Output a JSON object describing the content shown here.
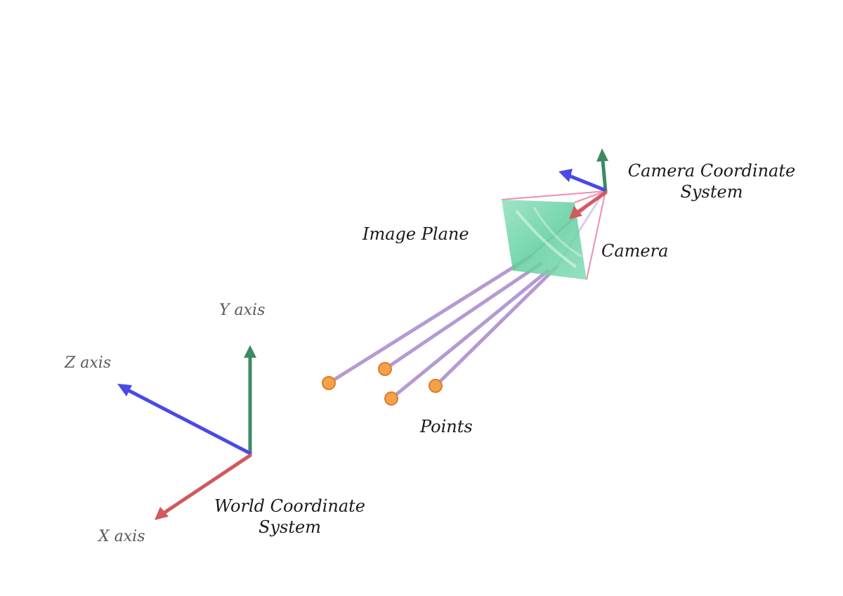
{
  "labels": {
    "y_axis": "Y axis",
    "z_axis": "Z axis",
    "x_axis": "X axis",
    "world_line1": "World Coordinate",
    "world_line2": "System",
    "camera_cs_line1": "Camera Coordinate",
    "camera_cs_line2": "System",
    "image_plane": "Image Plane",
    "camera": "Camera",
    "points": "Points"
  },
  "colors": {
    "y_axis": "#3d8a62",
    "z_axis": "#4a4ae6",
    "x_axis": "#d05a5e",
    "rays": "#b49ad2",
    "points_fill": "#f4a24a",
    "points_stroke": "#e07a2a",
    "image_plane": "#6fd4a8",
    "frustum": "#f08cb0",
    "text": "#1a1a1a",
    "axis_text": "#5a5a5a"
  }
}
